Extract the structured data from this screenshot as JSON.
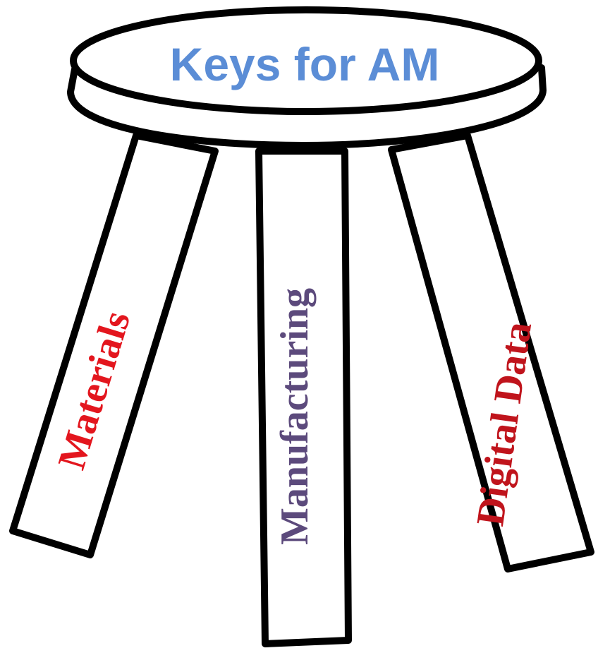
{
  "title": {
    "text": "Keys for AM",
    "color": "#5b8dd6"
  },
  "legs": [
    {
      "label": "Materials",
      "color": "#e3161e"
    },
    {
      "label": "Manufacturing",
      "color": "#5c4a7c"
    },
    {
      "label": "Digital Data",
      "color": "#c0141c"
    }
  ]
}
